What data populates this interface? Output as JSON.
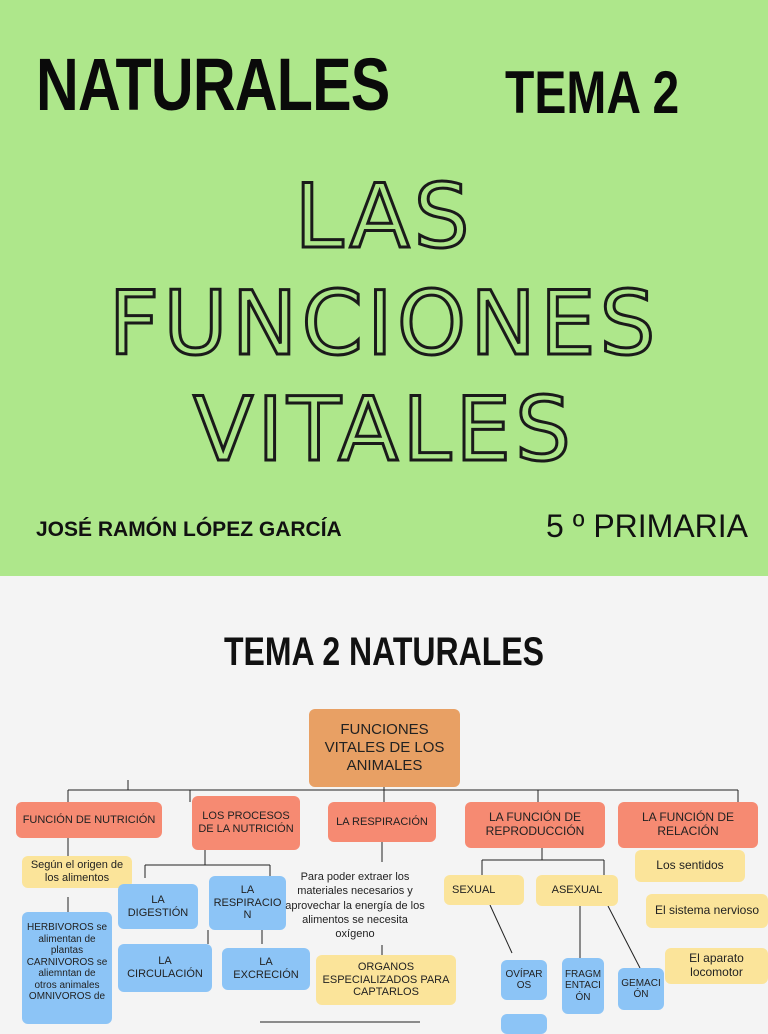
{
  "cover": {
    "subject": "NATURALES",
    "topic": "TEMA 2",
    "title_line1": "LAS",
    "title_line2": "FUNCIONES",
    "title_line3": "VITALES",
    "author": "JOSÉ RAMÓN LÓPEZ GARCÍA",
    "grade": "5 º PRIMARIA"
  },
  "map": {
    "heading": "TEMA 2 NATURALES",
    "root": "FUNCIONES VITALES DE LOS ANIMALES",
    "nutricion": "FUNCIÓN DE NUTRICIÓN",
    "procesos": "LOS PROCESOS DE LA NUTRICIÓN",
    "respiracion": "LA RESPIRACIÓN",
    "reproduccion": "LA FUNCIÓN DE REPRODUCCIÓN",
    "relacion": "LA FUNCIÓN DE RELACIÓN",
    "origen": "Según el origen de los alimentos",
    "tipos": "HERBIVOROS se alimentan de plantas\nCARNIVOROS se aliemntan de otros animales\nOMNIVOROS de",
    "digestion": "LA DIGESTIÓN",
    "respiracion2": "LA RESPIRACIO N",
    "circulacion": "LA CIRCULACIÓN",
    "excrecion": "LA EXCRECIÓN",
    "para": "Para poder extraer los materiales necesarios y aprovechar la energía de los alimentos se necesita oxígeno",
    "organos": "ORGANOS ESPECIALIZADOS PARA CAPTARLOS",
    "sexual": "SEXUAL",
    "asexual": "ASEXUAL",
    "oviparos": "OVÍPAR OS",
    "fragmentacion": "FRAGM ENTACI ÓN",
    "gemacion": "GEMACI ÓN",
    "sentidos": "Los sentidos",
    "nervioso": "El sistema nervioso",
    "locomotor": "El aparato locomotor"
  }
}
